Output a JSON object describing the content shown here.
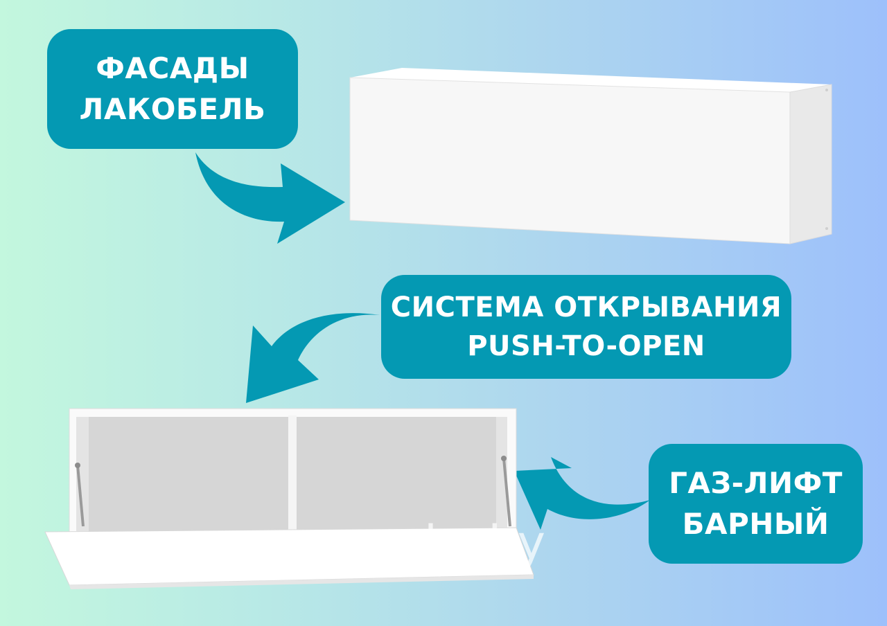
{
  "callouts": {
    "facades": {
      "line1": "ФАСАДЫ",
      "line2": "ЛАКОБЕЛЬ"
    },
    "opening_system": {
      "line1": "СИСТЕМА ОТКРЫВАНИЯ",
      "line2": "PUSH-TO-OPEN"
    },
    "gas_lift": {
      "line1": "ГАЗ-ЛИФТ",
      "line2": "БАРНЫЙ"
    }
  },
  "watermark": "comby.by",
  "colors": {
    "callout_bg": "#0499b3",
    "callout_text": "#ffffff",
    "cabinet": "#f4f4f4"
  }
}
